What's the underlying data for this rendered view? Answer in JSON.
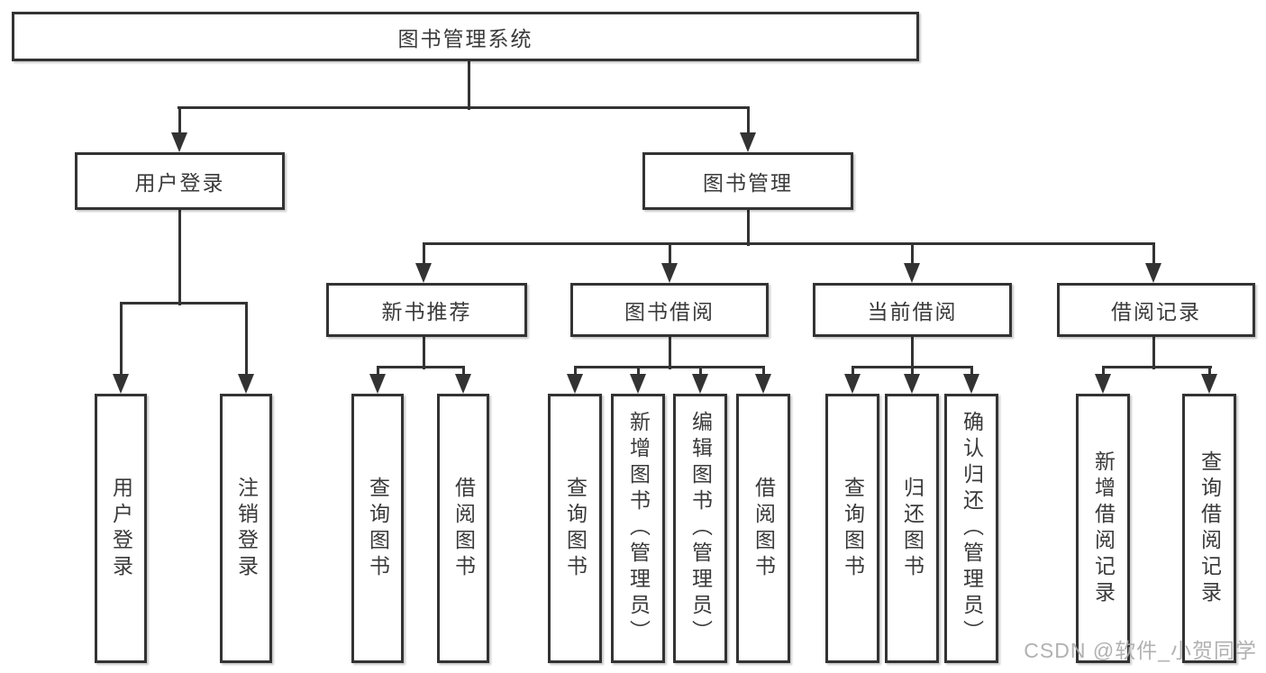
{
  "diagram_title": "图书管理系统",
  "nodes": {
    "root": {
      "label": "图书管理系统"
    },
    "user_login": {
      "label": "用户登录"
    },
    "book_mgmt": {
      "label": "图书管理"
    },
    "new_book_rec": {
      "label": "新书推荐"
    },
    "book_borrow": {
      "label": "图书借阅"
    },
    "current_borrow": {
      "label": "当前借阅"
    },
    "borrow_records": {
      "label": "借阅记录"
    },
    "leaf_user_login": {
      "label": "用户登录"
    },
    "leaf_logout": {
      "label": "注销登录"
    },
    "leaf_query_book_1": {
      "label": "查询图书"
    },
    "leaf_borrow_book_1": {
      "label": "借阅图书"
    },
    "leaf_query_book_2": {
      "label": "查询图书"
    },
    "leaf_add_book": {
      "label": "新增图书（管理员）"
    },
    "leaf_edit_book": {
      "label": "编辑图书（管理员）"
    },
    "leaf_borrow_book_2": {
      "label": "借阅图书"
    },
    "leaf_query_book_3": {
      "label": "查询图书"
    },
    "leaf_return_book": {
      "label": "归还图书"
    },
    "leaf_confirm_return": {
      "label": "确认归还（管理员）"
    },
    "leaf_add_borrow_record": {
      "label": "新增借阅记录"
    },
    "leaf_query_borrow_record": {
      "label": "查询借阅记录"
    }
  },
  "hierarchy": {
    "root": "图书管理系统",
    "children": [
      {
        "label": "用户登录",
        "children": [
          "用户登录",
          "注销登录"
        ]
      },
      {
        "label": "图书管理",
        "children": [
          {
            "label": "新书推荐",
            "children": [
              "查询图书",
              "借阅图书"
            ]
          },
          {
            "label": "图书借阅",
            "children": [
              "查询图书",
              "新增图书（管理员）",
              "编辑图书（管理员）",
              "借阅图书"
            ]
          },
          {
            "label": "当前借阅",
            "children": [
              "查询图书",
              "归还图书",
              "确认归还（管理员）"
            ]
          },
          {
            "label": "借阅记录",
            "children": [
              "新增借阅记录",
              "查询借阅记录"
            ]
          }
        ]
      }
    ]
  },
  "watermark": {
    "text": "CSDN @软件_小贺同学"
  },
  "colors": {
    "line": "#333333",
    "text": "#3a3a3a",
    "background": "#ffffff",
    "watermark": "#a8a8a8"
  }
}
